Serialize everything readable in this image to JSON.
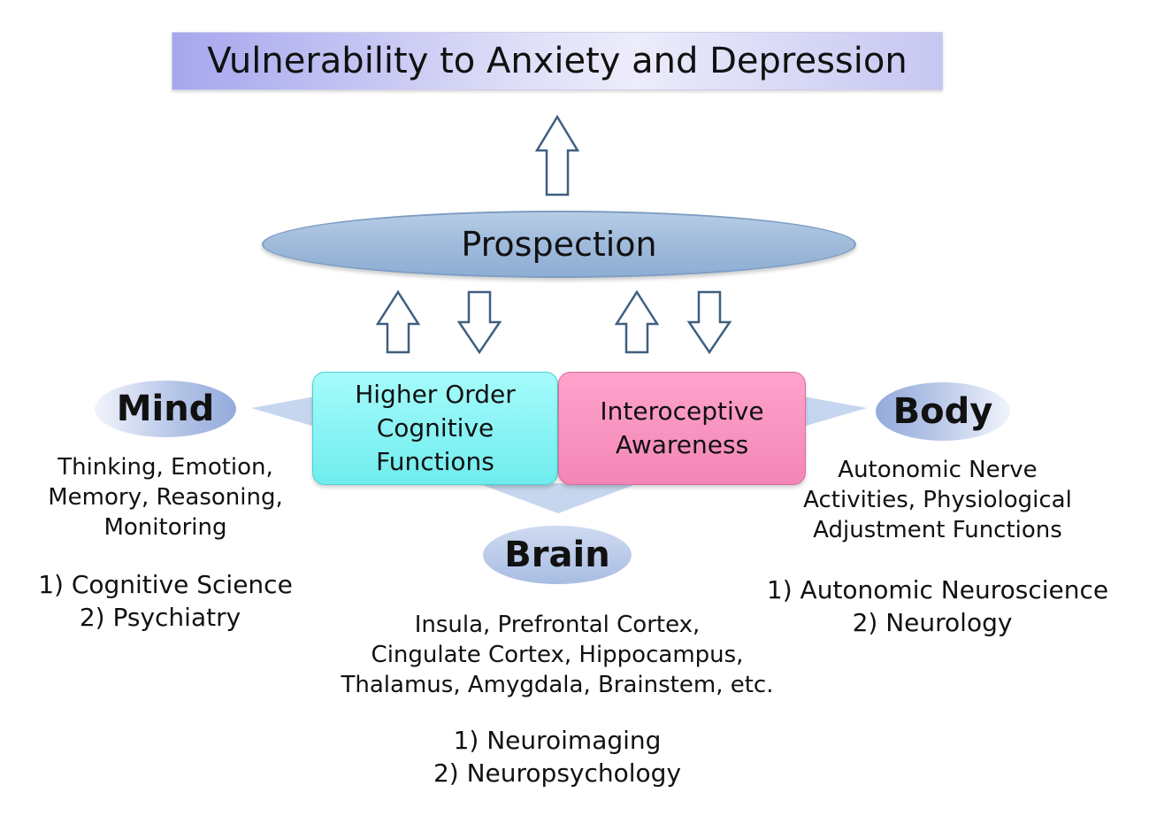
{
  "title": "Vulnerability to Anxiety and Depression",
  "prospection": "Prospection",
  "center_boxes": {
    "higher_order": [
      "Higher Order",
      "Cognitive",
      "Functions"
    ],
    "interoceptive": [
      "Interoceptive",
      "Awareness"
    ]
  },
  "mind": {
    "label": "Mind",
    "description": [
      "Thinking, Emotion,",
      "Memory,  Reasoning,",
      "Monitoring"
    ],
    "fields": [
      "1) Cognitive Science",
      "2) Psychiatry"
    ]
  },
  "body": {
    "label": "Body",
    "description": [
      "Autonomic Nerve",
      "Activities, Physiological",
      "Adjustment Functions"
    ],
    "fields": [
      "1) Autonomic Neuroscience",
      "2) Neurology"
    ]
  },
  "brain": {
    "label": "Brain",
    "description": [
      "Insula, Prefrontal Cortex,",
      "Cingulate Cortex, Hippocampus,",
      "Thalamus, Amygdala, Brainstem, etc."
    ],
    "fields": [
      "1) Neuroimaging",
      "2) Neuropsychology"
    ]
  },
  "colors": {
    "arrow_stroke": "#3f5f80",
    "connector_fill": "#c6d6ee"
  }
}
